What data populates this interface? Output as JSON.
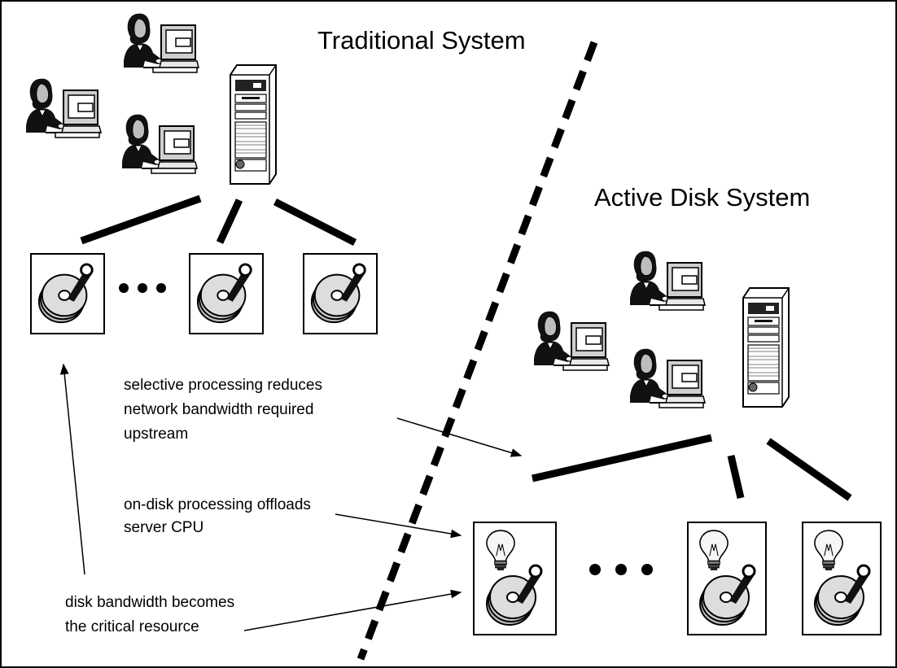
{
  "titles": {
    "traditional": "Traditional System",
    "active": "Active Disk System"
  },
  "annotations": {
    "selective": [
      "selective processing reduces",
      "network bandwidth required",
      "upstream"
    ],
    "ondisk": [
      "on-disk processing offloads",
      "server CPU"
    ],
    "diskbw": [
      "disk bandwidth becomes",
      "the critical resource"
    ]
  },
  "icons": {
    "user": "user-at-workstation-icon",
    "server": "server-tower-icon",
    "disk": "disk-drive-icon",
    "bulb": "lightbulb-icon",
    "ellipsis": "ellipsis-dots"
  }
}
